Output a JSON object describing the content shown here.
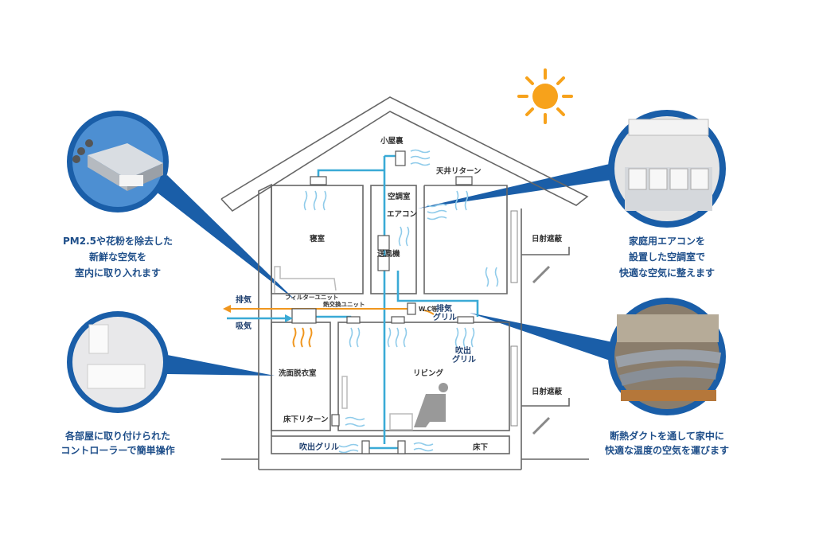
{
  "callouts": {
    "fresh_air": [
      "PM2.5や花粉を除去した",
      "新鮮な空気を",
      "室内に取り入れます"
    ],
    "controller": [
      "各部屋に取り付けられた",
      "コントローラーで簡単操作"
    ],
    "aircon": [
      "家庭用エアコンを",
      "設置した空調室で",
      "快適な空気に整えます"
    ],
    "duct": [
      "断熱ダクトを通して家中に",
      "快適な温度の空気を運びます"
    ]
  },
  "labels": {
    "attic": "小屋裏",
    "ceiling_return": "天井リターン",
    "ac_room": "空調室",
    "aircon": "エアコン",
    "bedroom": "寝室",
    "blower": "送風機",
    "sun_shade_1": "日射遮蔽",
    "sun_shade_2": "日射遮蔽",
    "exhaust": "排気",
    "intake": "吸気",
    "filter_unit": "フィルターユニット",
    "heat_exchange_unit": "熱交換ユニット",
    "wc": "W.C等",
    "exhaust_grille_1": "排気",
    "exhaust_grille_2": "グリル",
    "outlet_grille_1": "吹出",
    "outlet_grille_2": "グリル",
    "washroom": "洗面脱衣室",
    "living": "リビング",
    "underfloor_return": "床下リターン",
    "underfloor_outlet": "吹出グリル",
    "underfloor": "床下"
  },
  "colors": {
    "callout_blue": "#1a5ea8",
    "duct_blue": "#3aaad6",
    "exhaust_orange": "#f0961e",
    "sun": "#f7a21b"
  }
}
